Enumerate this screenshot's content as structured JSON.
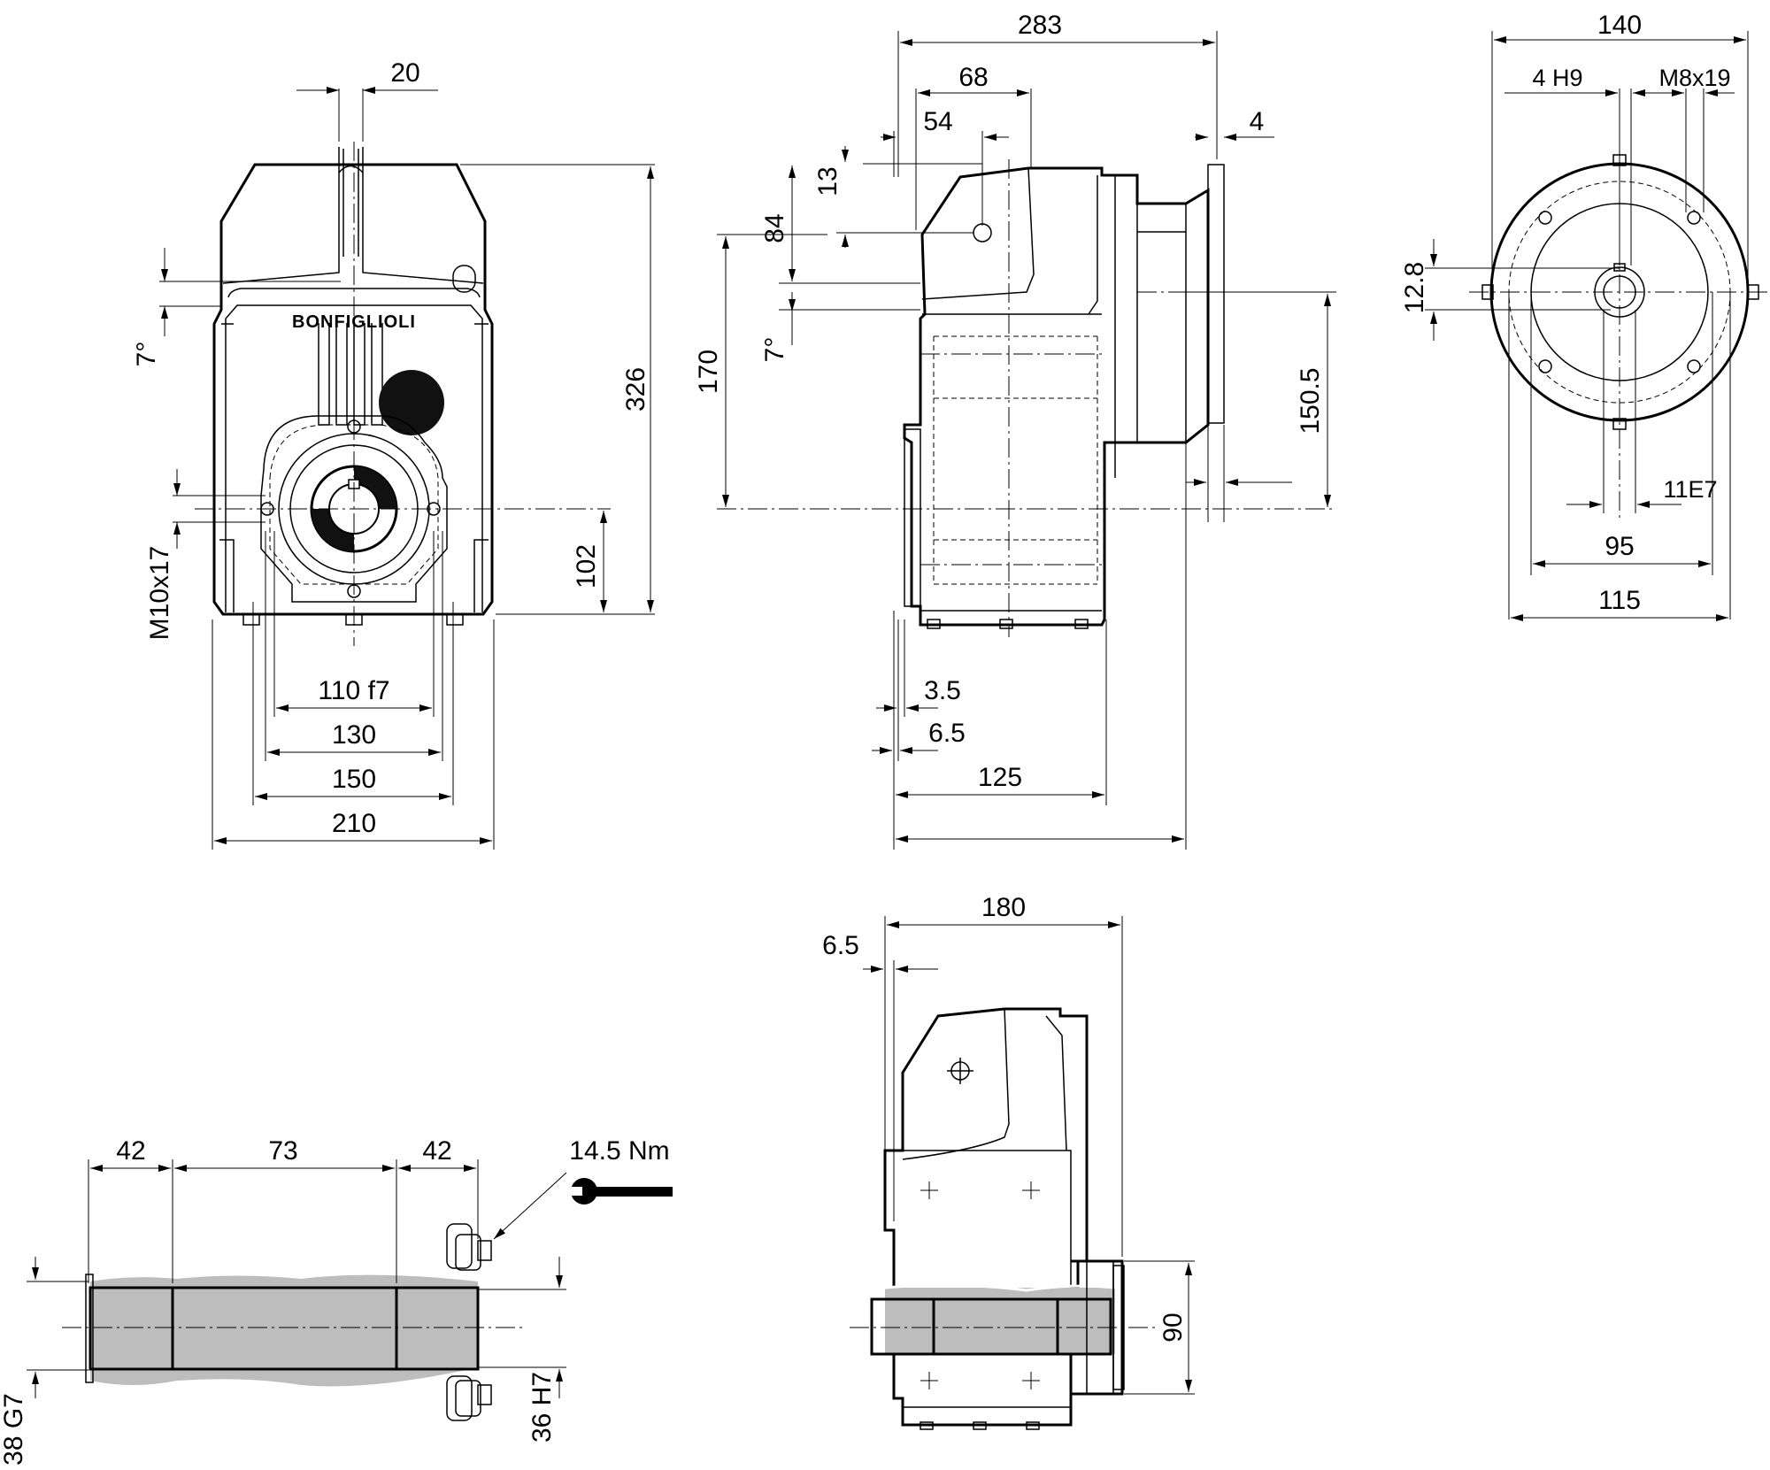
{
  "brand_label": "BONFIGLIOLI",
  "front_view": {
    "dims": {
      "d20": "20",
      "d7deg": "7°",
      "d326": "326",
      "m10x17": "M10x17",
      "d102": "102",
      "d110f7": "110 f7",
      "d130": "130",
      "d150": "150",
      "d210": "210"
    }
  },
  "side_view": {
    "dims": {
      "d283": "283",
      "d68": "68",
      "d54": "54",
      "d4": "4",
      "d13": "13",
      "d84": "84",
      "d170": "170",
      "d7deg": "7°",
      "d150_5": "150.5",
      "d3_5": "3.5",
      "d6_5": "6.5",
      "d125": "125"
    }
  },
  "motor_end_view": {
    "dims": {
      "d140": "140",
      "d4h9": "4 H9",
      "m8x19": "M8x19",
      "d12_8": "12.8",
      "d11e7": "11E7",
      "d95": "95",
      "d115": "115"
    }
  },
  "shaft_section": {
    "dims": {
      "d42a": "42",
      "d73": "73",
      "d42b": "42",
      "torque": "14.5 Nm",
      "d38g7": "38 G7",
      "d36h7": "36  H7"
    }
  },
  "shrink_disc_view": {
    "dims": {
      "d180": "180",
      "d6_5": "6.5",
      "d90": "90"
    }
  }
}
